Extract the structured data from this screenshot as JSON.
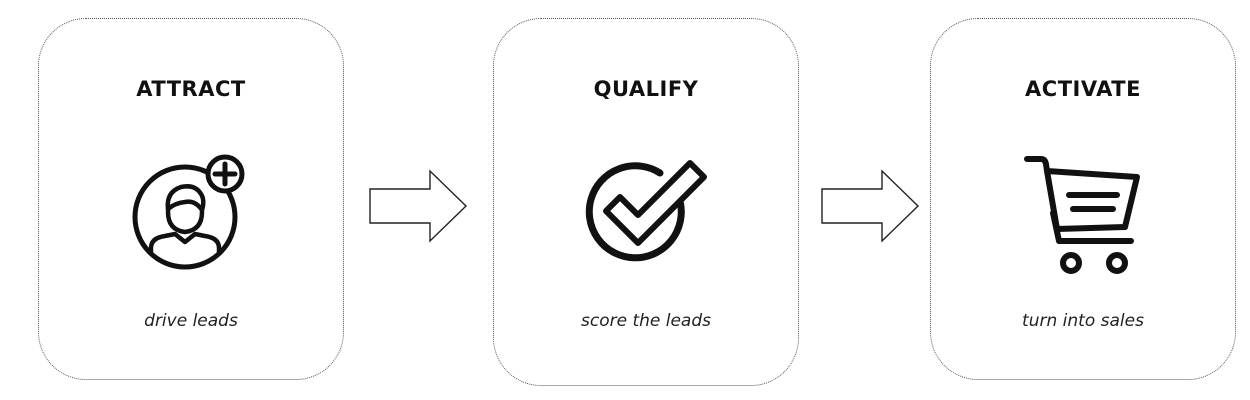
{
  "steps": [
    {
      "title": "ATTRACT",
      "subtitle": "drive leads",
      "icon": "user-add-icon"
    },
    {
      "title": "QUALIFY",
      "subtitle": "score the leads",
      "icon": "check-circle-icon"
    },
    {
      "title": "ACTIVATE",
      "subtitle": "turn into sales",
      "icon": "shopping-cart-icon"
    }
  ],
  "arrows": [
    {
      "from": "ATTRACT",
      "to": "QUALIFY",
      "icon": "right-arrow-icon"
    },
    {
      "from": "QUALIFY",
      "to": "ACTIVATE",
      "icon": "right-arrow-icon"
    }
  ],
  "colors": {
    "stroke": "#111111",
    "border": "#555555",
    "background": "#ffffff"
  }
}
